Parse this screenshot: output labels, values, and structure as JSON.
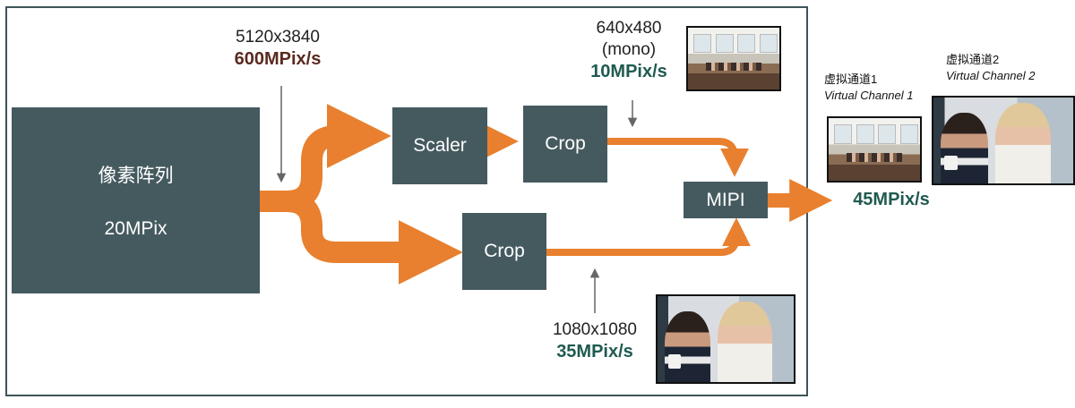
{
  "sensor": {
    "line1": "像素阵列",
    "line2": "20MPix"
  },
  "blocks": {
    "scaler": "Scaler",
    "crop_top": "Crop",
    "crop_bottom": "Crop",
    "mipi": "MIPI"
  },
  "input_stream": {
    "resolution": "5120x3840",
    "rate": "600MPix/s"
  },
  "mono_stream": {
    "resolution": "640x480",
    "mode": "(mono)",
    "rate": "10MPix/s"
  },
  "square_stream": {
    "resolution": "1080x1080",
    "rate": "35MPix/s"
  },
  "output_rate": "45MPix/s",
  "virtual_channels": [
    {
      "cn": "虚拟通道1",
      "en": "Virtual Channel 1"
    },
    {
      "cn": "虚拟通道2",
      "en": "Virtual Channel 2"
    }
  ],
  "colors": {
    "arrow": "#e8802f",
    "block": "#455a5f",
    "rate_green": "#1f5a50",
    "rate_brown": "#5b2a20"
  },
  "icons": {
    "thumb_room": "conference-room-photo-icon",
    "thumb_office": "office-meeting-photo-icon"
  }
}
